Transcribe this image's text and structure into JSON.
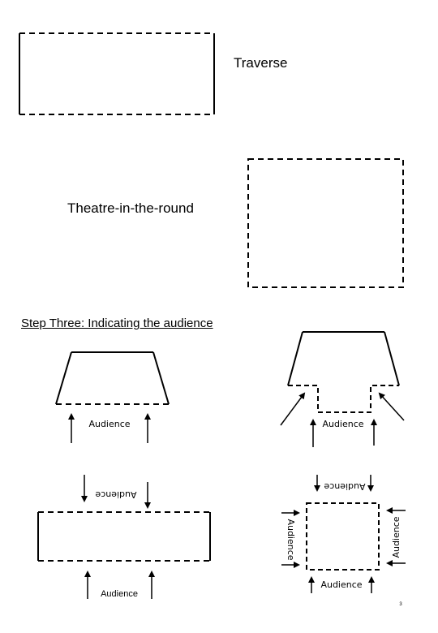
{
  "labels": {
    "traverse": "Traverse",
    "theatre_in_the_round": "Theatre-in-the-round",
    "step_three": "Step Three: Indicating the audience"
  },
  "audience_label": "Audience",
  "page_number": "3"
}
